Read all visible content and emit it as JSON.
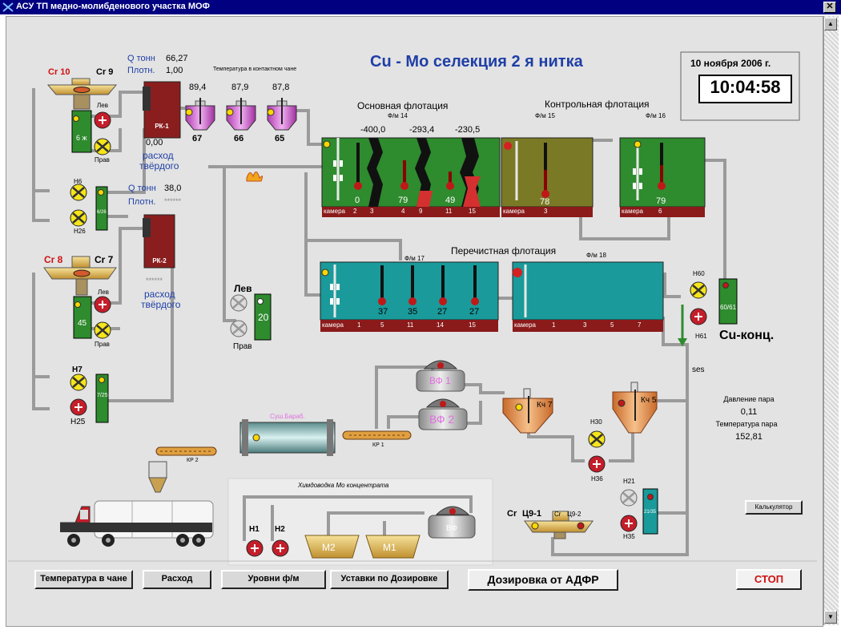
{
  "window": {
    "title": "АСУ ТП медно-молибденового участка МОФ",
    "close": "✕"
  },
  "header": {
    "title": "Cu - Mo селекция 2 я нитка",
    "date": "10 ноября 2006 г.",
    "time": "10:04:58"
  },
  "rk1": {
    "q_label": "Q тонн",
    "q_value": "66,27",
    "dens_label": "Плотн.",
    "dens_value": "1,00",
    "name": "РК-1",
    "flow_value": "0,00",
    "flow_label_1": "расход",
    "flow_label_2": "твёрдого"
  },
  "rk2": {
    "q_label": "Q тонн",
    "q_value": "38,0",
    "dens_label": "Плотн.",
    "dens_value": "******",
    "name": "РК-2",
    "flow_value": "******",
    "flow_label_1": "расход",
    "flow_label_2": "твёрдого"
  },
  "contact_tanks": {
    "title": "Температура в контактном чане",
    "tanks": [
      {
        "temp": "89,4",
        "id": "67"
      },
      {
        "temp": "87,9",
        "id": "66"
      },
      {
        "temp": "87,8",
        "id": "65"
      }
    ]
  },
  "classifiers": {
    "cr10": "Cr 10",
    "cr9": "Cr 9",
    "cr8": "Cr 8",
    "cr7": "Cr 7"
  },
  "pumps": {
    "lev": "Лев",
    "prav": "Прав",
    "h6": "H6",
    "h26": "H26",
    "h7": "H7",
    "h25": "H25",
    "h60": "H60",
    "h61": "H61",
    "h30": "H30",
    "h36": "H36",
    "h21": "H21",
    "h35": "H35",
    "h1": "H1",
    "h2": "H2"
  },
  "boxes": {
    "b1": "6 ж",
    "b2": "6/26",
    "b3": "45",
    "b4": "7/25",
    "b5": "20",
    "b6": "60/61",
    "b7": "21/35"
  },
  "flotation_main": {
    "title": "Основная флотация",
    "fm": "Ф/м 14",
    "potentials": [
      "-400,0",
      "-293,4",
      "-230,5"
    ],
    "levels": [
      "0",
      "79",
      "49"
    ],
    "chambers": [
      "камера",
      "2",
      "3",
      "4",
      "9",
      "11",
      "15"
    ]
  },
  "flotation_control": {
    "title": "Контрольная флотация",
    "fm15": "Ф/м 15",
    "fm16": "Ф/м 16",
    "level15": "78",
    "level16": "79",
    "chambers15": [
      "камера",
      "3"
    ],
    "chambers16": [
      "камера",
      "6"
    ]
  },
  "flotation_clean": {
    "title": "Перечистная флотация",
    "fm17": "Ф/м 17",
    "fm18": "Ф/м 18",
    "levels": [
      "37",
      "35",
      "27",
      "27"
    ],
    "chambers17": [
      "камера",
      "1",
      "5",
      "11",
      "14",
      "15"
    ],
    "chambers18": [
      "камера",
      "1",
      "3",
      "5",
      "7"
    ]
  },
  "product": {
    "label": "Cu-конц.",
    "ses": "ses"
  },
  "filters": {
    "vf1": "ВФ 1",
    "vf2": "ВФ 2",
    "kch7": "Кч 7",
    "kch5": "Кч 5",
    "kr1": "КР 1",
    "kr2": "КР 2",
    "dryer": "Суш.Бараб."
  },
  "cyclones": {
    "cr": "Cr",
    "c91": "Ц9-1",
    "cr2": "Cr",
    "c92": "Ц9-2"
  },
  "steam": {
    "pressure_label": "Давление пара",
    "pressure_value": "0,11",
    "temp_label": "Температура пара",
    "temp_value": "152,81"
  },
  "chem": {
    "title": "Химдоводка Мо концентрата",
    "m1": "M1",
    "m2": "M2",
    "vf": "ВФ"
  },
  "buttons": {
    "calc": "Калькулятор",
    "temp": "Температура в чане",
    "flow": "Расход",
    "levels": "Уровни ф/м",
    "settings": "Уставки по Дозировке",
    "dosing": "Дозировка от АДФР",
    "stop": "СТОП"
  },
  "colors": {
    "titlebar": "#000080",
    "flotation_green": "#2e8b2e",
    "control_olive": "#7a7a26",
    "cleaning_teal": "#1a9a9a",
    "chamber_bar": "#8b1a1a",
    "rk_body": "#8a1e1e",
    "accent_blue": "#1f3fa6",
    "red": "#cc0000"
  }
}
